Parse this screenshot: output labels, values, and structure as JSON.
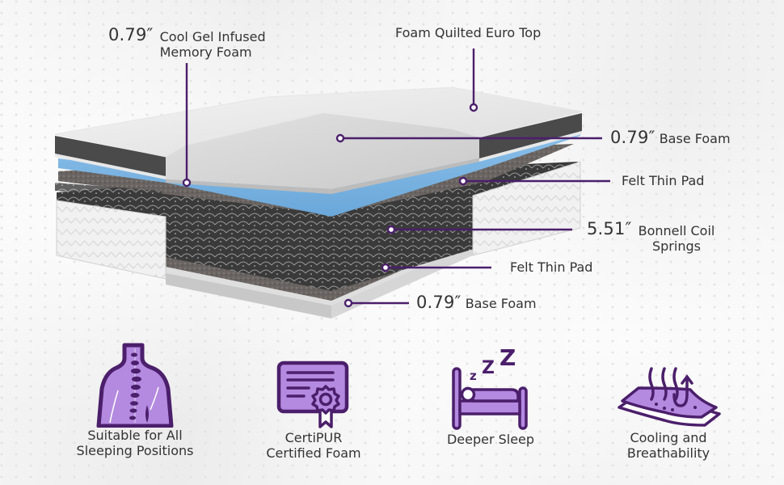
{
  "colors": {
    "accent_purple": "#4b1f6b",
    "icon_fill": "#b48ae0",
    "memory_foam_blue": "#7fb6e2",
    "text": "#333333"
  },
  "callouts": {
    "cool_gel": {
      "value": "0.79″",
      "line1": "Cool Gel Infused",
      "line2": "Memory Foam"
    },
    "euro_top": {
      "text": "Foam Quilted Euro Top"
    },
    "base_foam_top": {
      "value": "0.79″",
      "text": "Base Foam"
    },
    "felt_pad_top": {
      "text": "Felt Thin Pad"
    },
    "bonnell": {
      "value": "5.51″",
      "line1": "Bonnell Coil",
      "line2": "Springs"
    },
    "felt_pad_bottom": {
      "text": "Felt Thin Pad"
    },
    "base_foam_bottom": {
      "value": "0.79″",
      "text": "Base Foam"
    }
  },
  "features": [
    {
      "icon": "spine-back-icon",
      "line1": "Suitable for All",
      "line2": "Sleeping Positions"
    },
    {
      "icon": "certificate-icon",
      "line1": "CertiPUR",
      "line2": "Certified Foam"
    },
    {
      "icon": "sleeping-bed-icon",
      "line1": "Deeper Sleep",
      "line2": ""
    },
    {
      "icon": "cooling-layers-icon",
      "line1": "Cooling and",
      "line2": "Breathability"
    }
  ],
  "icon_glyphs": {
    "sleep_z": [
      "z",
      "Z",
      "Z"
    ]
  }
}
